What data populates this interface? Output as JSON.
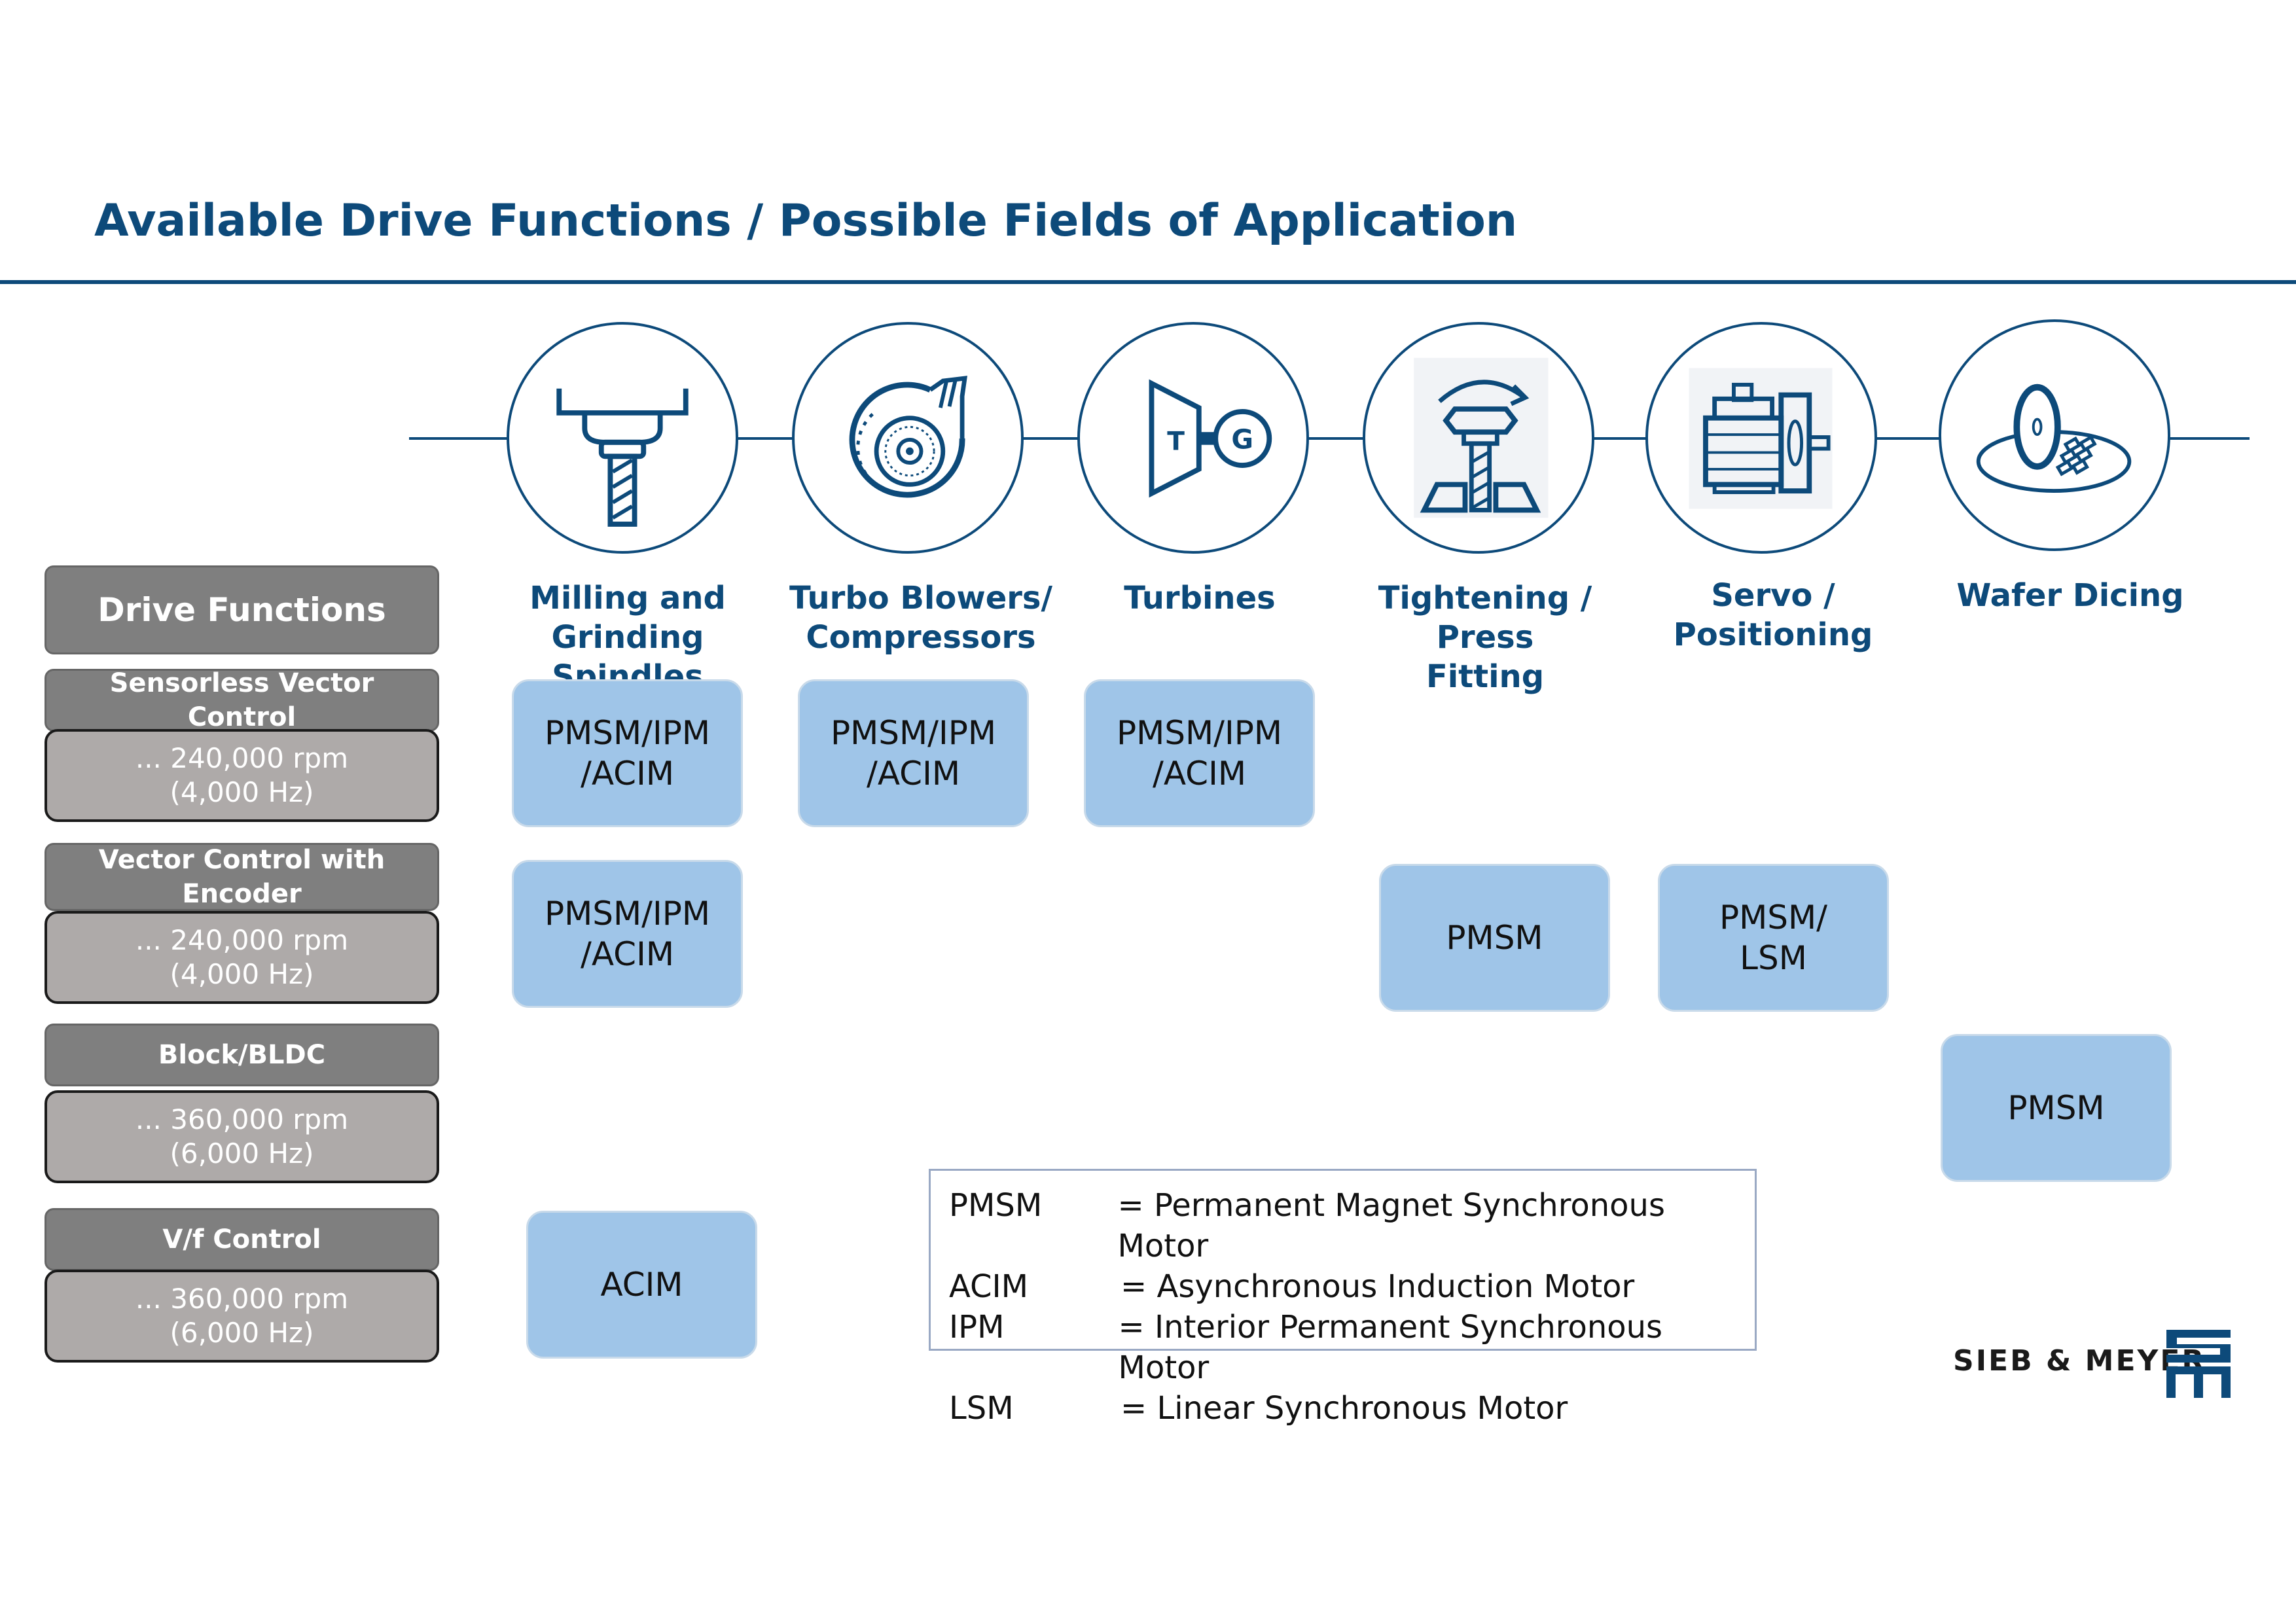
{
  "title": "Available Drive Functions / Possible Fields of Application",
  "drive_functions": {
    "header": "Drive Functions",
    "items": [
      {
        "name": "Sensorless Vector Control",
        "speed": "... 240,000 rpm",
        "frequency": "(4,000 Hz)"
      },
      {
        "name": "Vector Control with Encoder",
        "speed": "... 240,000 rpm",
        "frequency": "(4,000 Hz)"
      },
      {
        "name": "Block/BLDC",
        "speed": "... 360,000 rpm",
        "frequency": "(6,000 Hz)"
      },
      {
        "name": "V/f Control",
        "speed": "... 360,000 rpm",
        "frequency": "(6,000 Hz)"
      }
    ]
  },
  "applications": [
    {
      "line1": "Milling and Grinding",
      "line2": "Spindles",
      "icon": "spindle-icon"
    },
    {
      "line1": "Turbo Blowers/",
      "line2": "Compressors",
      "icon": "turbo-blower-icon"
    },
    {
      "line1": "Turbines",
      "line2": "",
      "icon": "turbine-generator-icon"
    },
    {
      "line1": "Tightening / Press",
      "line2": "Fitting",
      "icon": "press-fitting-icon"
    },
    {
      "line1": "Servo /",
      "line2": "Positioning",
      "icon": "servo-motor-icon"
    },
    {
      "line1": "Wafer Dicing",
      "line2": "",
      "icon": "wafer-dicing-icon"
    }
  ],
  "motor_boxes": {
    "milling_sensorless": {
      "line1": "PMSM/IPM",
      "line2": "/ACIM"
    },
    "turbo_sensorless": {
      "line1": "PMSM/IPM",
      "line2": "/ACIM"
    },
    "turbines_sensorless": {
      "line1": "PMSM/IPM",
      "line2": "/ACIM"
    },
    "milling_encoder": {
      "line1": "PMSM/IPM",
      "line2": "/ACIM"
    },
    "tightening_encoder": {
      "line1": "PMSM",
      "line2": ""
    },
    "servo_encoder": {
      "line1": "PMSM/",
      "line2": "LSM"
    },
    "wafer_block": {
      "line1": "PMSM",
      "line2": ""
    },
    "milling_vf": {
      "line1": "ACIM",
      "line2": ""
    }
  },
  "legend": [
    {
      "abbr": "PMSM",
      "desc": "= Permanent Magnet Synchronous Motor"
    },
    {
      "abbr": "ACIM",
      "desc": "= Asynchronous Induction Motor"
    },
    {
      "abbr": "IPM",
      "desc": "= Interior Permanent Synchronous Motor"
    },
    {
      "abbr": "LSM",
      "desc": "= Linear Synchronous Motor"
    }
  ],
  "logo": {
    "text": "SIEB & MEYER",
    "icon": "sieb-meyer-logo"
  },
  "colors": {
    "accent": "#0d4a7a",
    "motor_box": "#9fc5e8",
    "function_header": "#7f7f7f",
    "function_value": "#aeaaa9"
  }
}
